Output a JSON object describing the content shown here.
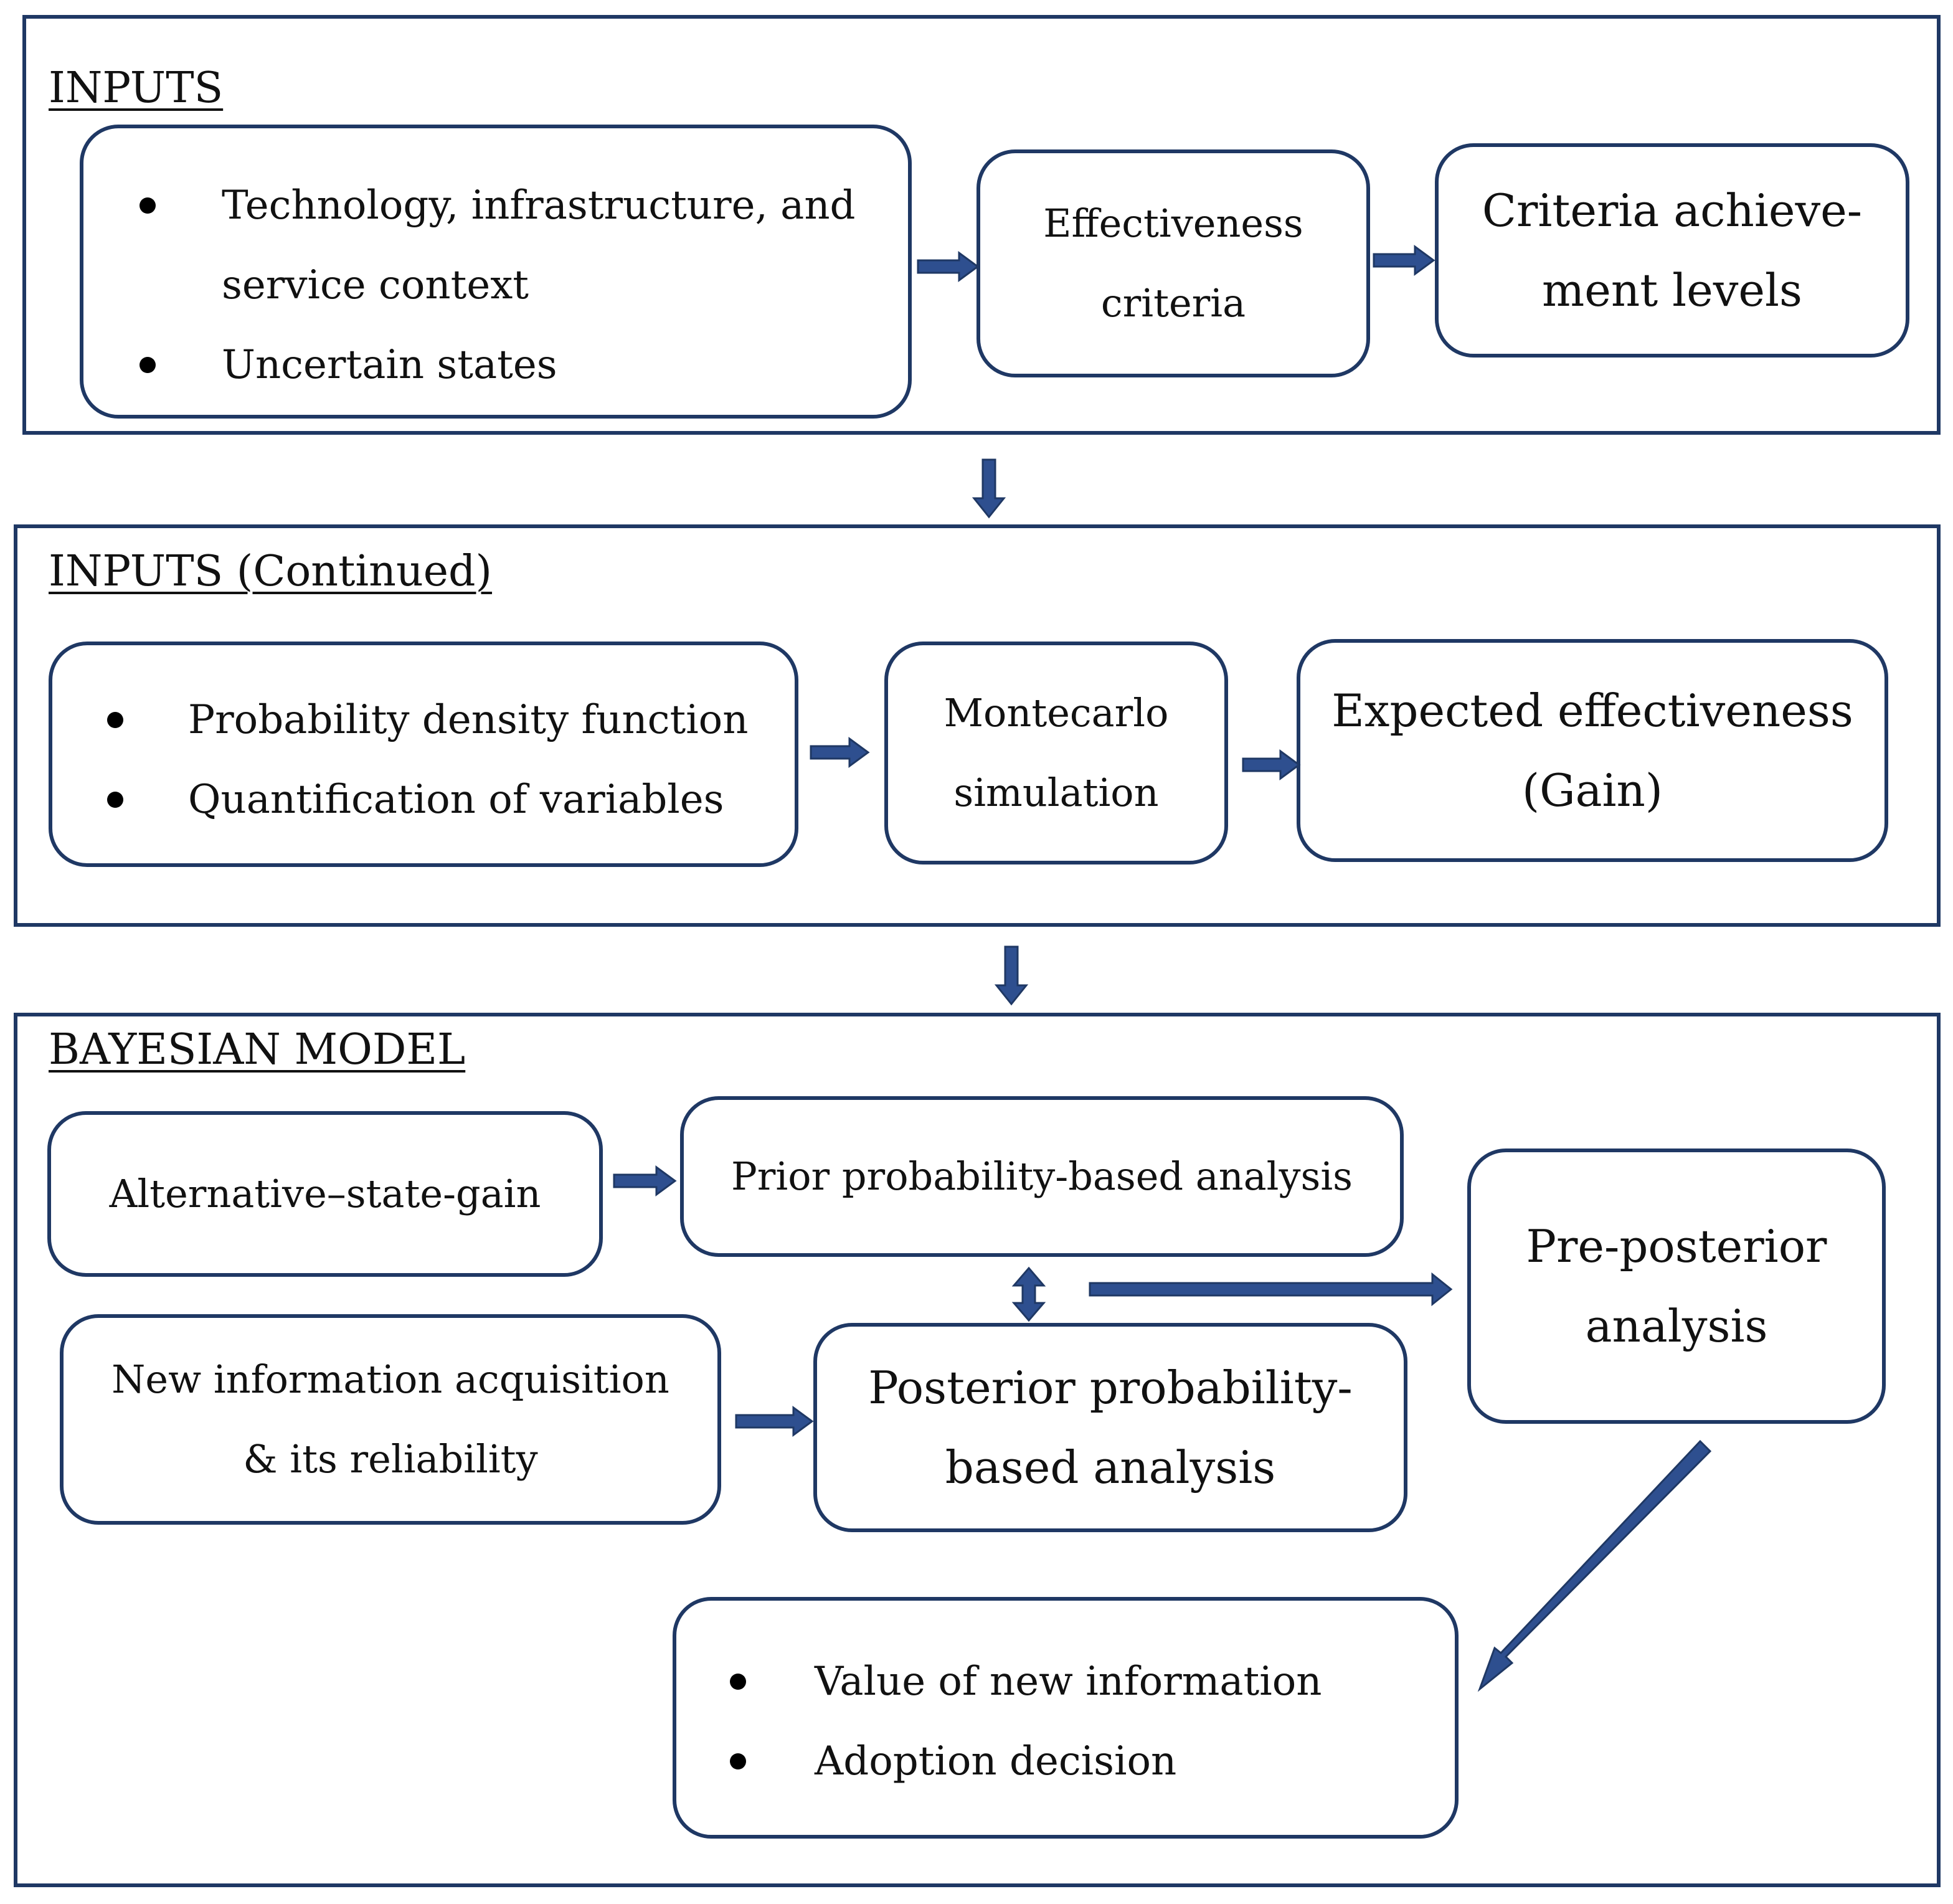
{
  "colors": {
    "border": "#1f3864",
    "arrow_fill": "#2e4f8f",
    "arrow_outline": "#1f3864",
    "text": "#111111"
  },
  "inputs": {
    "title": "INPUTS",
    "context_items": [
      "Technology, infrastructure, and\nservice context",
      "Uncertain states"
    ],
    "effectiveness_criteria": "Effectiveness\ncriteria",
    "achievement_levels": "Criteria achieve-\nment levels"
  },
  "inputs_continued": {
    "title": "INPUTS (Continued)",
    "probability_items": [
      "Probability density function",
      "Quantification of variables"
    ],
    "simulation": "Montecarlo\nsimulation",
    "expected_gain": "Expected effectiveness\n(Gain)"
  },
  "bayesian_model": {
    "title": "BAYESIAN MODEL",
    "alternative_state_gain": "Alternative–state-gain",
    "prior_analysis": "Prior probability-based analysis",
    "new_information": "New information acquisition\n& its reliability",
    "posterior_analysis": "Posterior probability-\nbased analysis",
    "preposterior_analysis": "Pre-posterior\nanalysis",
    "decision_items": [
      "Value of new information",
      "Adoption decision"
    ]
  }
}
